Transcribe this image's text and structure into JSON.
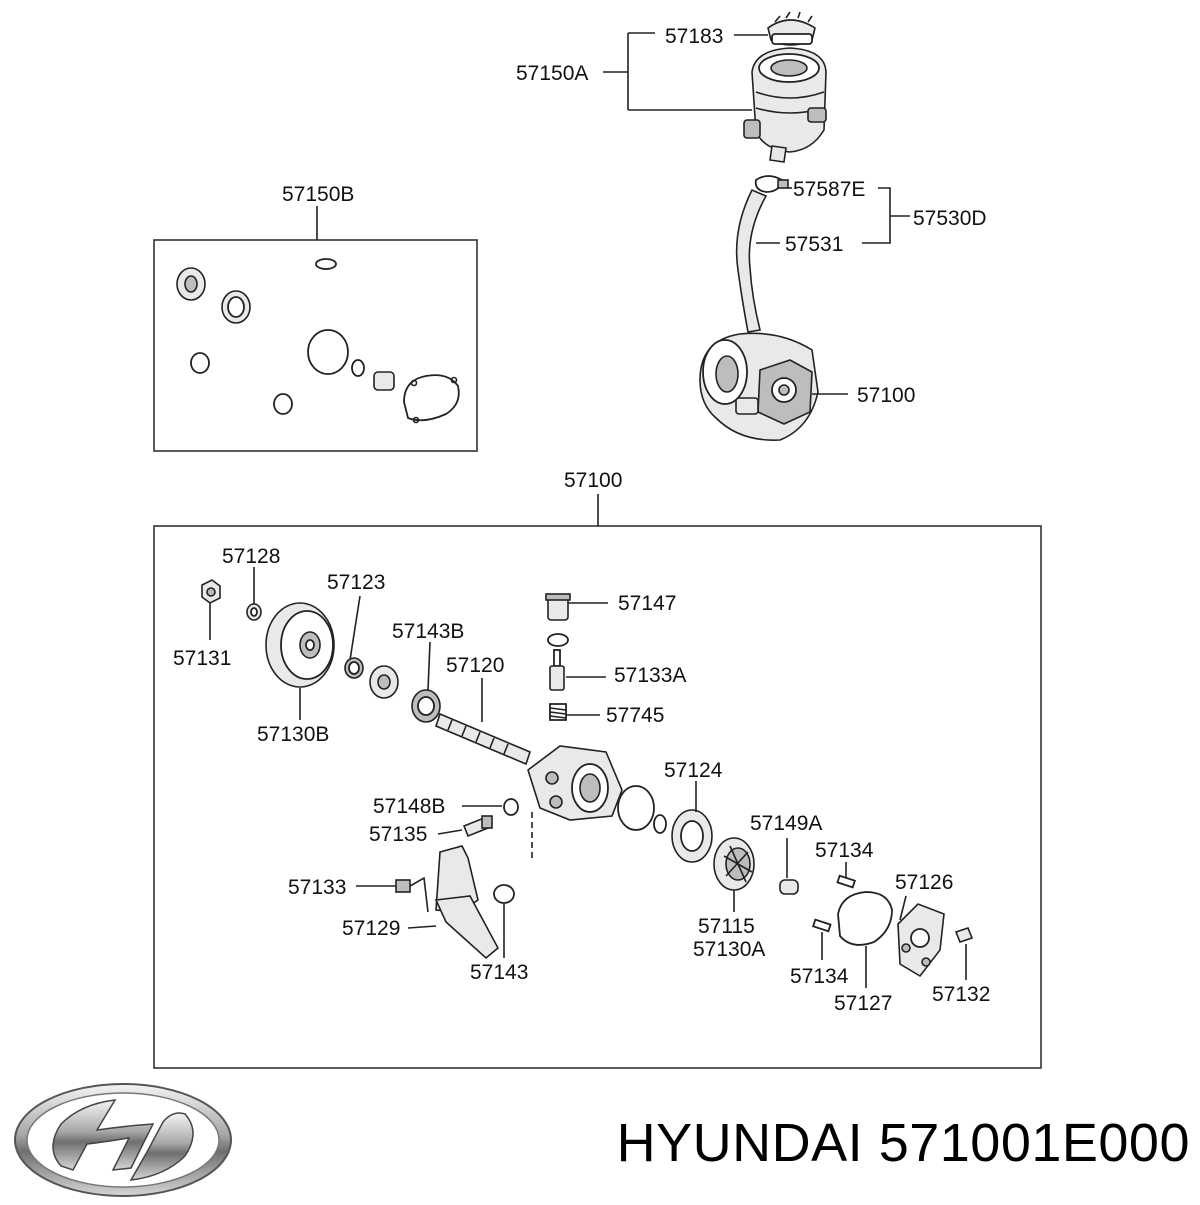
{
  "footer": {
    "brand": "HYUNDAI",
    "part_number": "571001E000"
  },
  "logo": {
    "icon": "hyundai-logo-icon"
  },
  "colors": {
    "line": "#222222",
    "part_fill": "#e9e9e9",
    "part_dark": "#bdbdbd"
  },
  "labels": {
    "l57183": "57183",
    "l57150A": "57150A",
    "l57150B": "57150B",
    "l57587E": "57587E",
    "l57530D": "57530D",
    "l57531": "57531",
    "l57100_top": "57100",
    "l57100_box": "57100",
    "l57128": "57128",
    "l57123": "57123",
    "l57143B": "57143B",
    "l57147": "57147",
    "l57131": "57131",
    "l57120": "57120",
    "l57133A": "57133A",
    "l57745": "57745",
    "l57130B": "57130B",
    "l57124": "57124",
    "l57148B": "57148B",
    "l57149A": "57149A",
    "l57135": "57135",
    "l57134a": "57134",
    "l57126": "57126",
    "l57133": "57133",
    "l57115": "57115",
    "l57130A": "57130A",
    "l57129": "57129",
    "l57134b": "57134",
    "l57143": "57143",
    "l57127": "57127",
    "l57132": "57132"
  }
}
